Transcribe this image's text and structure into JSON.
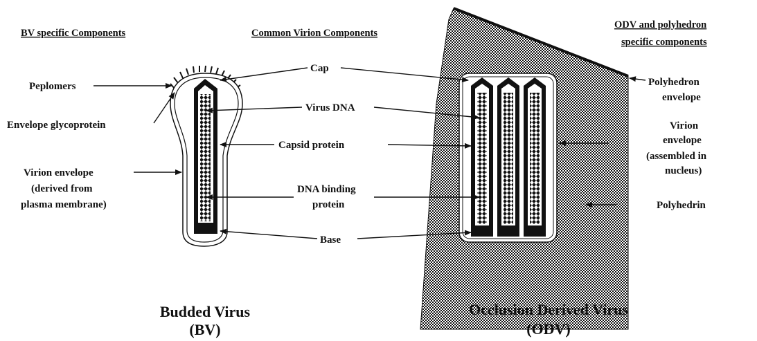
{
  "headers": {
    "bv": "BV specific Components",
    "common": "Common Virion Components",
    "odv_line1": "ODV and polyhedron",
    "odv_line2": "specific components"
  },
  "bv_labels": {
    "peplomers": "Peplomers",
    "glycoprotein": "Envelope glycoprotein",
    "envelope_line1": "Virion envelope",
    "envelope_line2": "(derived from",
    "envelope_line3": "plasma membrane)"
  },
  "common_labels": {
    "cap": "Cap",
    "virus_dna": "Virus DNA",
    "capsid": "Capsid protein",
    "dna_binding_line1": "DNA binding",
    "dna_binding_line2": "protein",
    "base": "Base"
  },
  "odv_labels": {
    "polyhedron_env_line1": "Polyhedron",
    "polyhedron_env_line2": "envelope",
    "virion_env_line1": "Virion",
    "virion_env_line2": "envelope",
    "virion_env_line3": "(assembled in",
    "virion_env_line4": "nucleus)",
    "polyhedrin": "Polyhedrin"
  },
  "titles": {
    "bv_line1": "Budded Virus",
    "bv_line2": "(BV)",
    "odv_line1": "Occlusion Derived Virus",
    "odv_line2": "(ODV)"
  },
  "colors": {
    "ink": "#111111",
    "paper": "#ffffff"
  }
}
